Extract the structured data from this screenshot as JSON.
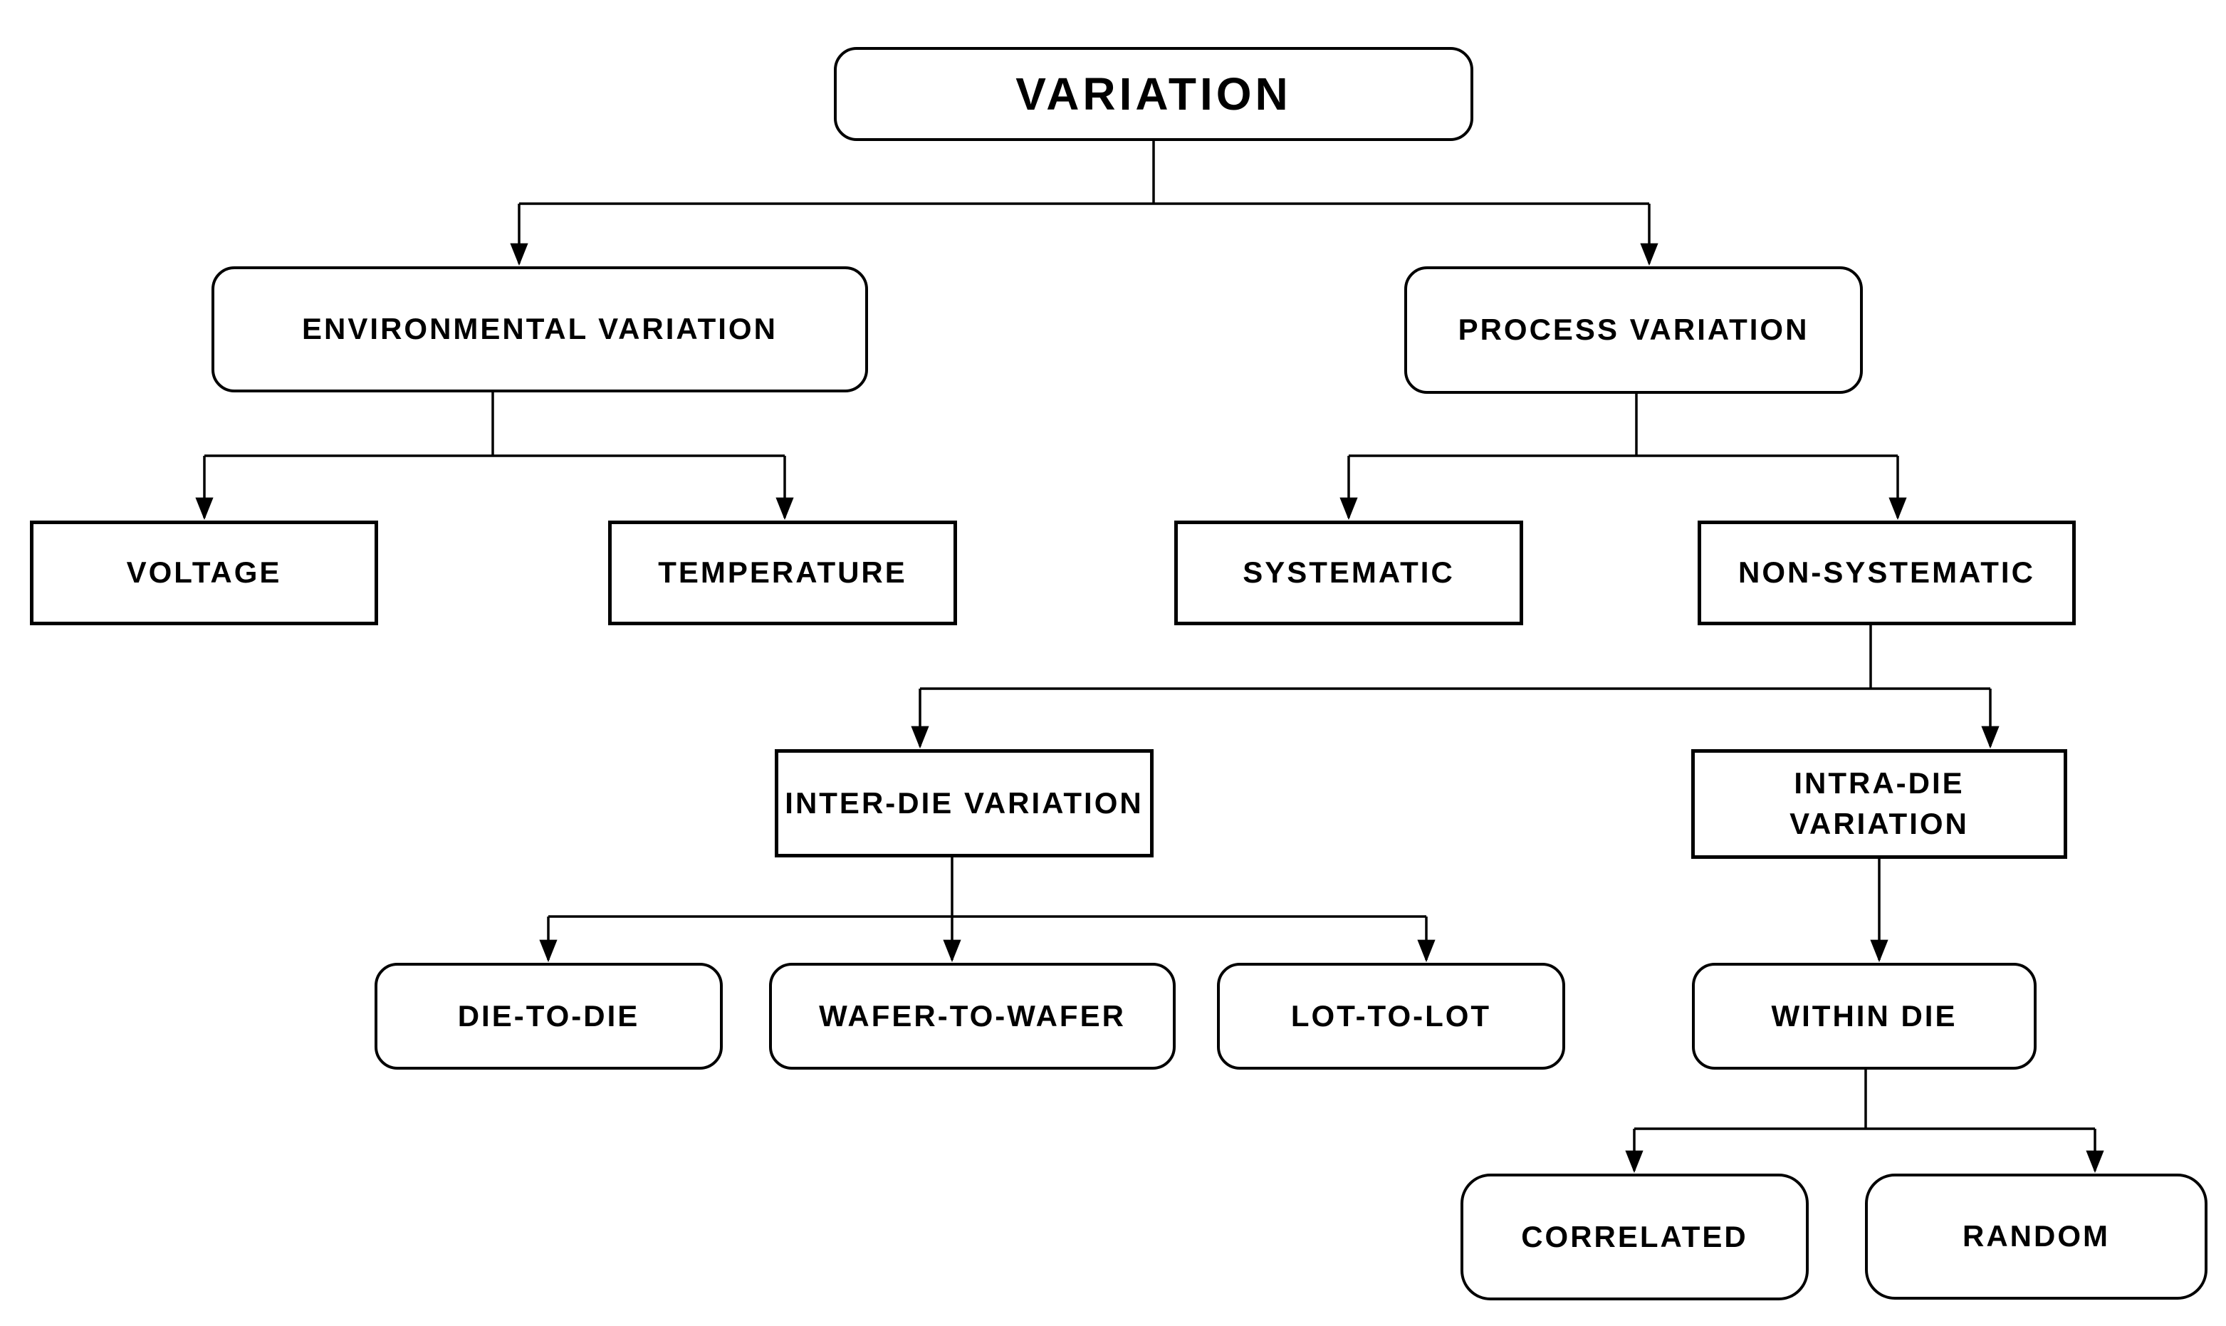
{
  "diagram": {
    "background": "#ffffff",
    "line_color": "#000000",
    "box_fill": "#ffffff",
    "box_border_color": "#000000",
    "text_color": "#000000",
    "nodes": {
      "variation": {
        "label": "VARIATION",
        "children": [
          "environmental",
          "process"
        ]
      },
      "environmental": {
        "label": "ENVIRONMENTAL VARIATION",
        "children": [
          "voltage",
          "temperature"
        ]
      },
      "process": {
        "label": "PROCESS VARIATION",
        "children": [
          "systematic",
          "non_systematic"
        ]
      },
      "voltage": {
        "label": "VOLTAGE",
        "children": []
      },
      "temperature": {
        "label": "TEMPERATURE",
        "children": []
      },
      "systematic": {
        "label": "SYSTEMATIC",
        "children": []
      },
      "non_systematic": {
        "label": "NON-SYSTEMATIC",
        "children": [
          "inter_die",
          "intra_die"
        ]
      },
      "inter_die": {
        "label": "INTER-DIE VARIATION",
        "children": [
          "die_to_die",
          "wafer_to_wafer",
          "lot_to_lot"
        ]
      },
      "intra_die": {
        "label": "INTRA-DIE VARIATION",
        "children": [
          "within_die"
        ]
      },
      "die_to_die": {
        "label": "DIE-TO-DIE",
        "children": []
      },
      "wafer_to_wafer": {
        "label": "WAFER-TO-WAFER",
        "children": []
      },
      "lot_to_lot": {
        "label": "LOT-TO-LOT",
        "children": []
      },
      "within_die": {
        "label": "WITHIN DIE",
        "children": [
          "correlated",
          "random"
        ]
      },
      "correlated": {
        "label": "CORRELATED",
        "children": []
      },
      "random": {
        "label": "RANDOM",
        "children": []
      }
    }
  }
}
